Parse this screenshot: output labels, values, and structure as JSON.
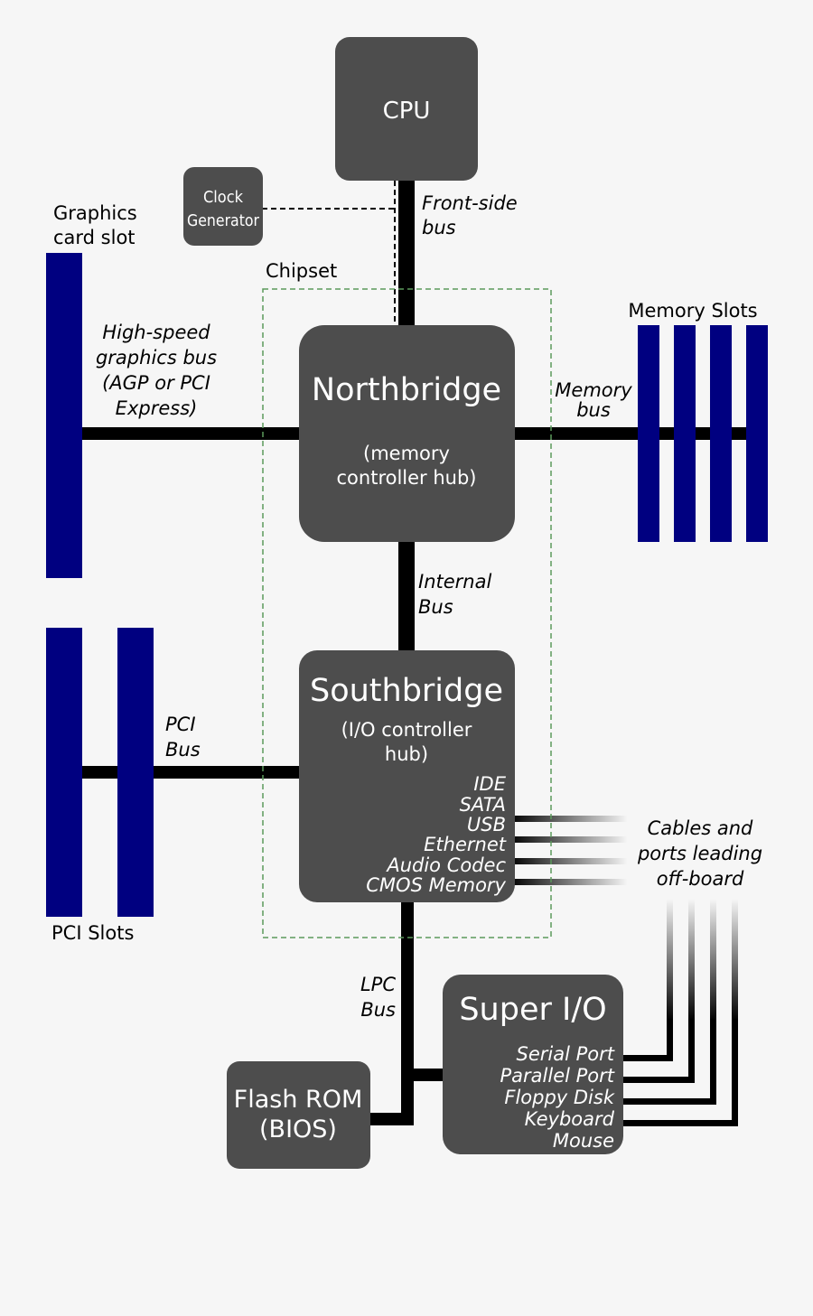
{
  "colors": {
    "background": "#f6f6f6",
    "chip_box": "#4d4d4d",
    "slot": "#000080",
    "bus": "#000000",
    "chipset_outline": "#5c9a5c"
  },
  "cpu": {
    "label": "CPU"
  },
  "clock": {
    "line1": "Clock",
    "line2": "Generator"
  },
  "front_side_bus": {
    "line1": "Front-side",
    "line2": "bus"
  },
  "chipset": {
    "label": "Chipset"
  },
  "graphics_slot": {
    "line1": "Graphics",
    "line2": "card slot"
  },
  "graphics_bus": {
    "line1": "High-speed",
    "line2": "graphics bus",
    "line3": "(AGP or PCI",
    "line4": "Express)"
  },
  "northbridge": {
    "title": "Northbridge",
    "line1": "(memory",
    "line2": "controller hub)"
  },
  "memory_slots": {
    "label": "Memory Slots"
  },
  "memory_bus": {
    "line1": "Memory",
    "line2": "bus"
  },
  "internal_bus": {
    "line1": "Internal",
    "line2": "Bus"
  },
  "southbridge": {
    "title": "Southbridge",
    "line1": "(I/O controller",
    "line2": "hub)",
    "ports": [
      "IDE",
      "SATA",
      "USB",
      "Ethernet",
      "Audio Codec",
      "CMOS Memory"
    ]
  },
  "pci_bus": {
    "line1": "PCI",
    "line2": "Bus"
  },
  "pci_slots": {
    "label": "PCI Slots"
  },
  "offboard": {
    "line1": "Cables and",
    "line2": "ports leading",
    "line3": "off-board"
  },
  "lpc_bus": {
    "line1": "LPC",
    "line2": "Bus"
  },
  "super_io": {
    "title": "Super I/O",
    "ports": [
      "Serial Port",
      "Parallel Port",
      "Floppy Disk",
      "Keyboard",
      "Mouse"
    ]
  },
  "flash_rom": {
    "line1": "Flash ROM",
    "line2": "(BIOS)"
  }
}
